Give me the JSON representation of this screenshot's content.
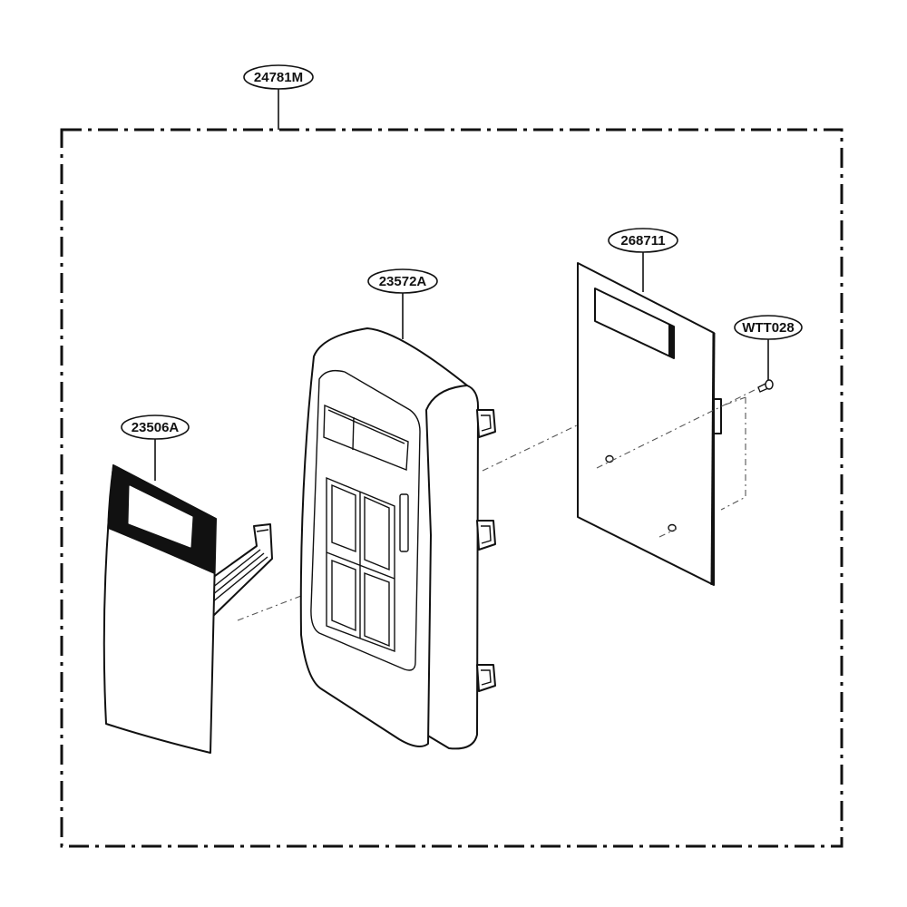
{
  "diagram": {
    "callouts": {
      "assembly": "24781M",
      "membrane": "23506A",
      "panel": "23572A",
      "pcb": "268711",
      "screw": "WTT028"
    },
    "colors": {
      "line": "#111111",
      "background": "#ffffff",
      "membrane_band": "#111111"
    }
  }
}
